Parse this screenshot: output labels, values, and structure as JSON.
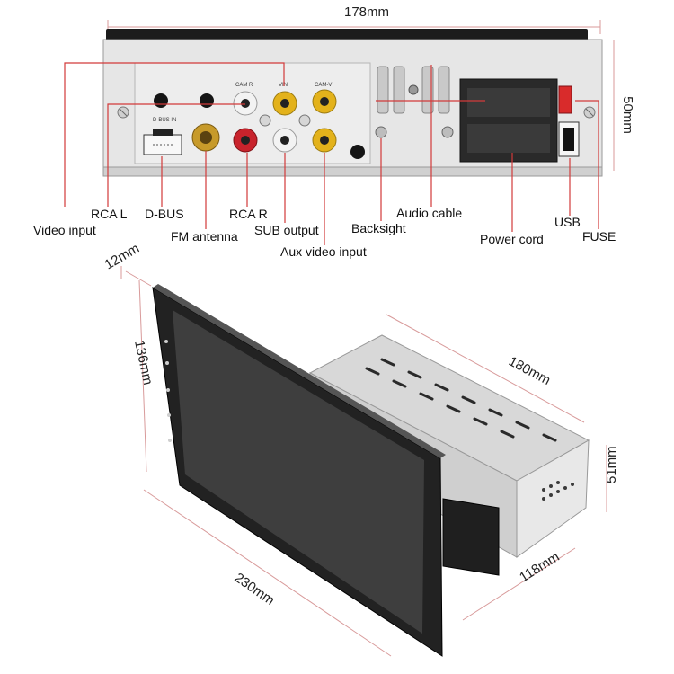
{
  "dimensions": {
    "top_width": "178mm",
    "top_height": "50mm",
    "depth_front": "12mm",
    "panel_height": "136mm",
    "body_length": "180mm",
    "body_height": "51mm",
    "body_width": "118mm",
    "panel_width": "230mm"
  },
  "callouts": {
    "video_input": "Video input",
    "rca_l": "RCA L",
    "d_bus": "D-BUS",
    "fm_antenna": "FM antenna",
    "rca_r": "RCA R",
    "sub_output": "SUB output",
    "aux_video_input": "Aux video input",
    "backsight": "Backsight",
    "audio_cable": "Audio cable",
    "power_cord": "Power cord",
    "usb": "USB",
    "fuse": "FUSE"
  },
  "colors": {
    "callout_line": "#d23a3a",
    "dimension_line": "#d89a9a",
    "rca_red": "#c8232c",
    "rca_yellow": "#e3b21b",
    "rca_white": "#f2f2f2",
    "chassis": "#e4e4e4",
    "screen": "#3b3b3b"
  }
}
